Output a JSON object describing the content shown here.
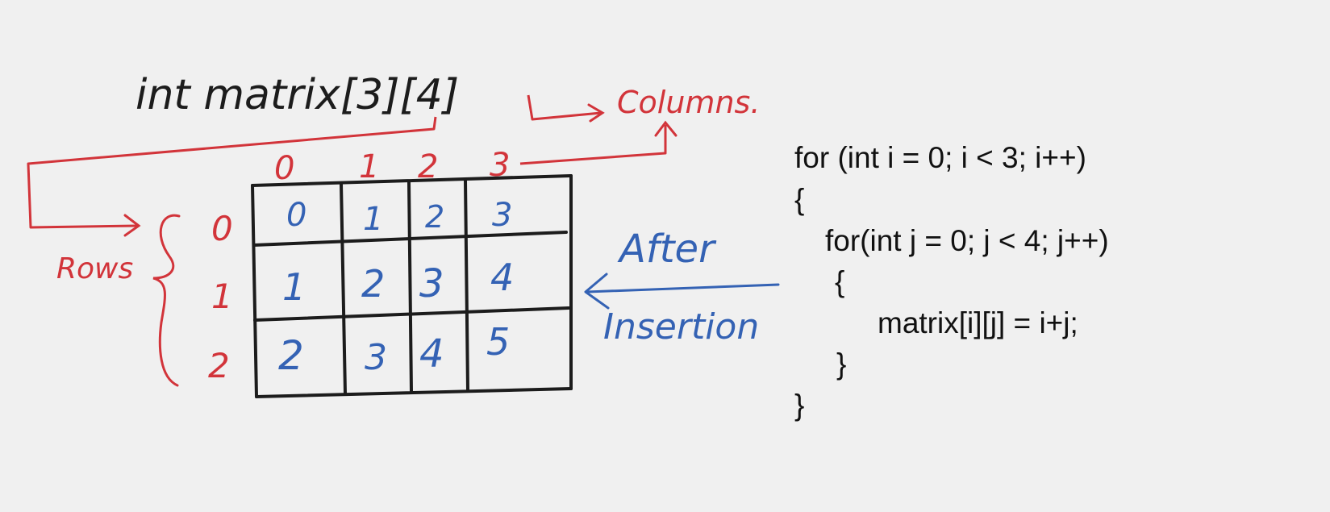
{
  "declaration": "int matrix[3][4]",
  "labels": {
    "columns": "Columns.",
    "rows": "Rows",
    "after": "After",
    "insertion": "Insertion"
  },
  "column_indices": [
    "0",
    "1",
    "2",
    "3"
  ],
  "row_indices": [
    "0",
    "1",
    "2"
  ],
  "matrix": [
    [
      "0",
      "1",
      "2",
      "3"
    ],
    [
      "1",
      "2",
      "3",
      "4"
    ],
    [
      "2",
      "3",
      "4",
      "5"
    ]
  ],
  "code": {
    "line1": "for (int i = 0; i < 3; i++)",
    "line2": "{",
    "line3": "for(int j = 0; j < 4; j++)",
    "line4": "{",
    "line5": "matrix[i][j] = i+j;",
    "line6": "}",
    "line7": "}"
  },
  "colors": {
    "ink_black": "#1c1c1c",
    "ink_red": "#d2343a",
    "ink_blue": "#3462b4",
    "background": "#f0f0f0"
  }
}
